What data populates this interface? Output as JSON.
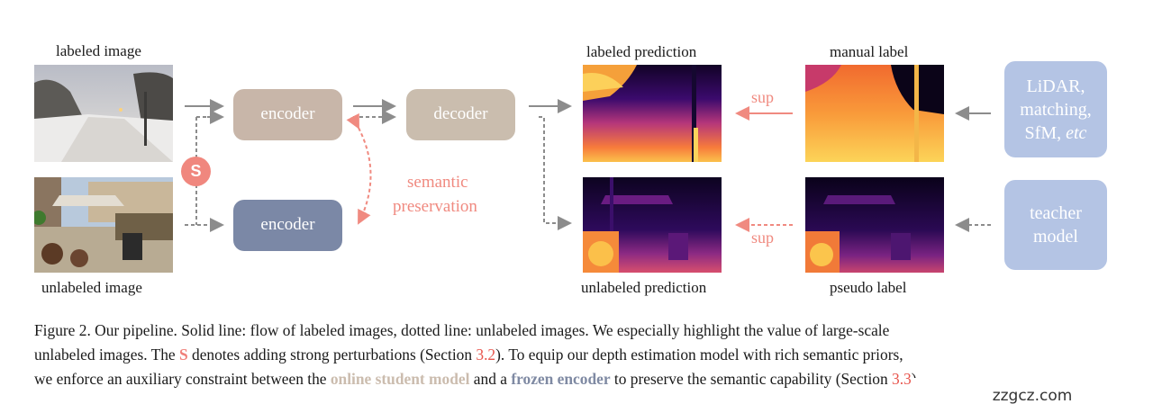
{
  "labels": {
    "labeled_image": "labeled image",
    "unlabeled_image": "unlabeled image",
    "labeled_prediction": "labeled prediction",
    "manual_label": "manual label",
    "unlabeled_prediction": "unlabeled prediction",
    "pseudo_label": "pseudo label"
  },
  "boxes": {
    "encoder_student": "encoder",
    "decoder": "decoder",
    "encoder_frozen": "encoder",
    "lidar_line1": "LiDAR,",
    "lidar_line2": "matching,",
    "lidar_line3": "SfM,",
    "lidar_etc": "etc",
    "teacher_line1": "teacher",
    "teacher_line2": "model"
  },
  "annotations": {
    "s_badge": "S",
    "semantic_line1": "semantic",
    "semantic_line2": "preservation",
    "sup_top": "sup",
    "sup_bottom": "sup"
  },
  "caption": {
    "l1": "Figure 2. Our pipeline. Solid line: flow of labeled images, dotted line: unlabeled images. We especially highlight the value of large-scale",
    "l2a": "unlabeled images. The ",
    "l2s": "S",
    "l2b": " denotes adding strong perturbations (Section ",
    "l2ref": "3.2",
    "l2c": "). To equip our depth estimation model with rich semantic priors,",
    "l3a": "we enforce an auxiliary constraint between the ",
    "l3online": "online student model",
    "l3b": " and a ",
    "l3frozen": "frozen encoder",
    "l3c": " to preserve the semantic capability (Section ",
    "l3ref": "3.3",
    "l3d": ")."
  },
  "watermark": "zzgcz.com",
  "colors": {
    "encoder_student": "#c8b6a9",
    "decoder": "#cabdae",
    "encoder_frozen": "#7b88a6",
    "label_source": "#b4c4e4",
    "accent_red": "#f08a80",
    "arrow_gray": "#8c8c8c"
  }
}
